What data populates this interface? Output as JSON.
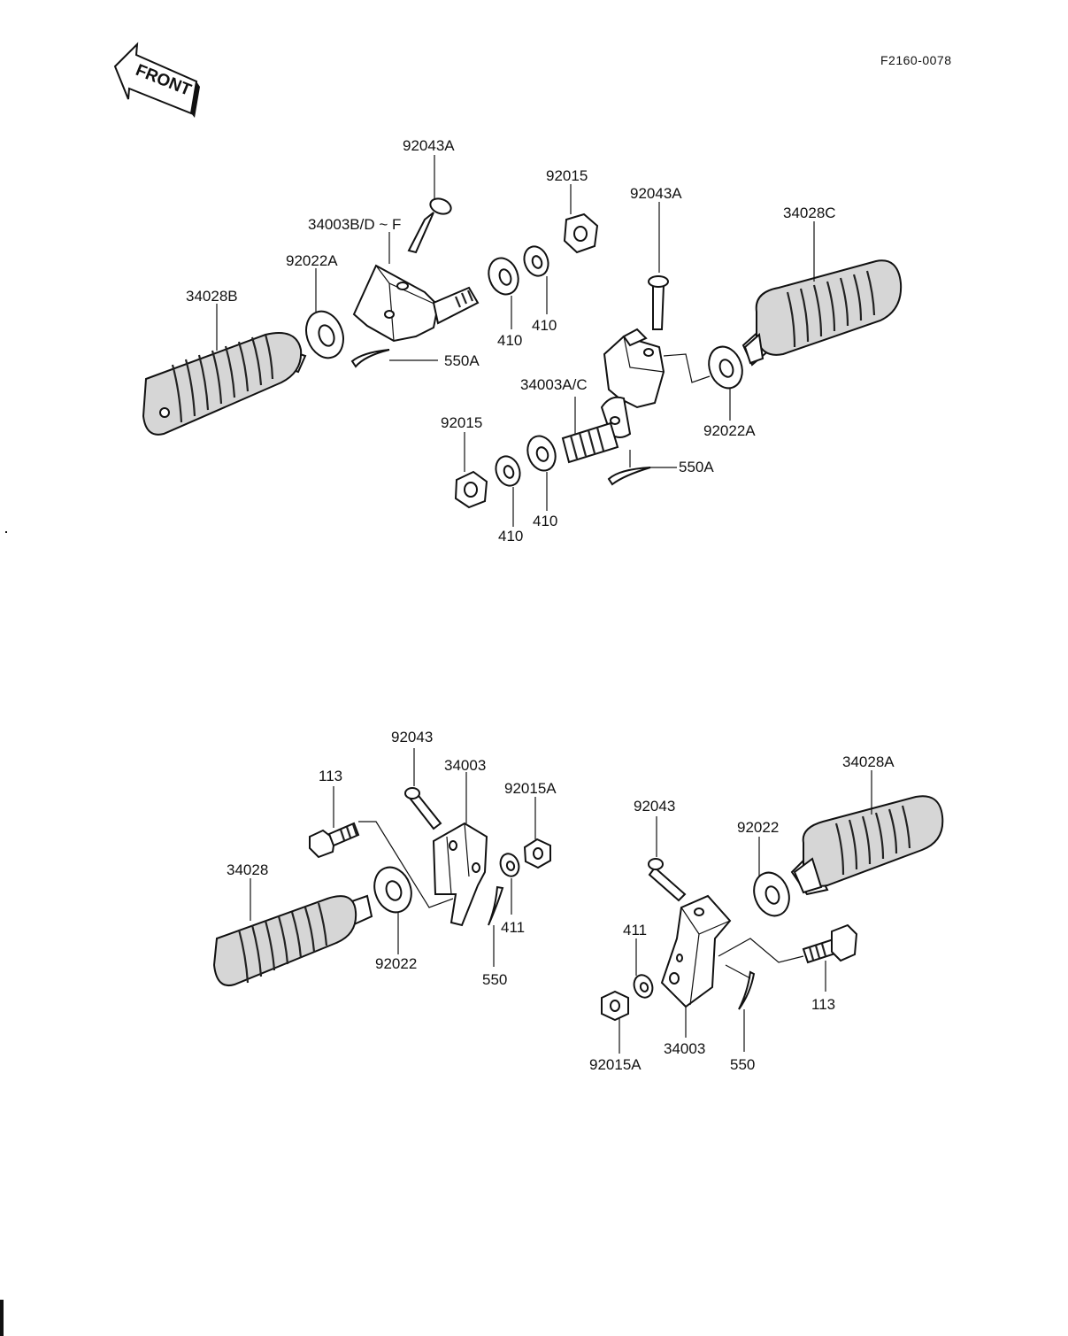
{
  "diagram": {
    "drawing_code": "F2160-0078",
    "front_label": "FRONT",
    "upper_assembly": {
      "left_peg": {
        "footpeg": "34028B",
        "washer": "92022A",
        "bracket": "34003B/D ~ F",
        "pin": "92043A",
        "cotter_pin": "550A",
        "washer_a": "410",
        "washer_b": "410",
        "nut": "92015"
      },
      "right_peg": {
        "footpeg": "34028C",
        "washer": "92022A",
        "bracket": "34003A/C",
        "pin": "92043A",
        "cotter_pin": "550A",
        "washer_a": "410",
        "washer_b": "410",
        "nut": "92015"
      }
    },
    "lower_assembly": {
      "left_peg": {
        "footpeg": "34028",
        "washer": "92022",
        "bolt": "113",
        "pin": "92043",
        "bracket": "34003",
        "nut": "92015A",
        "washer_small": "411",
        "cotter_pin": "550"
      },
      "right_peg": {
        "footpeg": "34028A",
        "washer": "92022",
        "bolt": "113",
        "pin": "92043",
        "bracket": "34003",
        "nut": "92015A",
        "washer_small": "411",
        "cotter_pin": "550"
      }
    }
  }
}
